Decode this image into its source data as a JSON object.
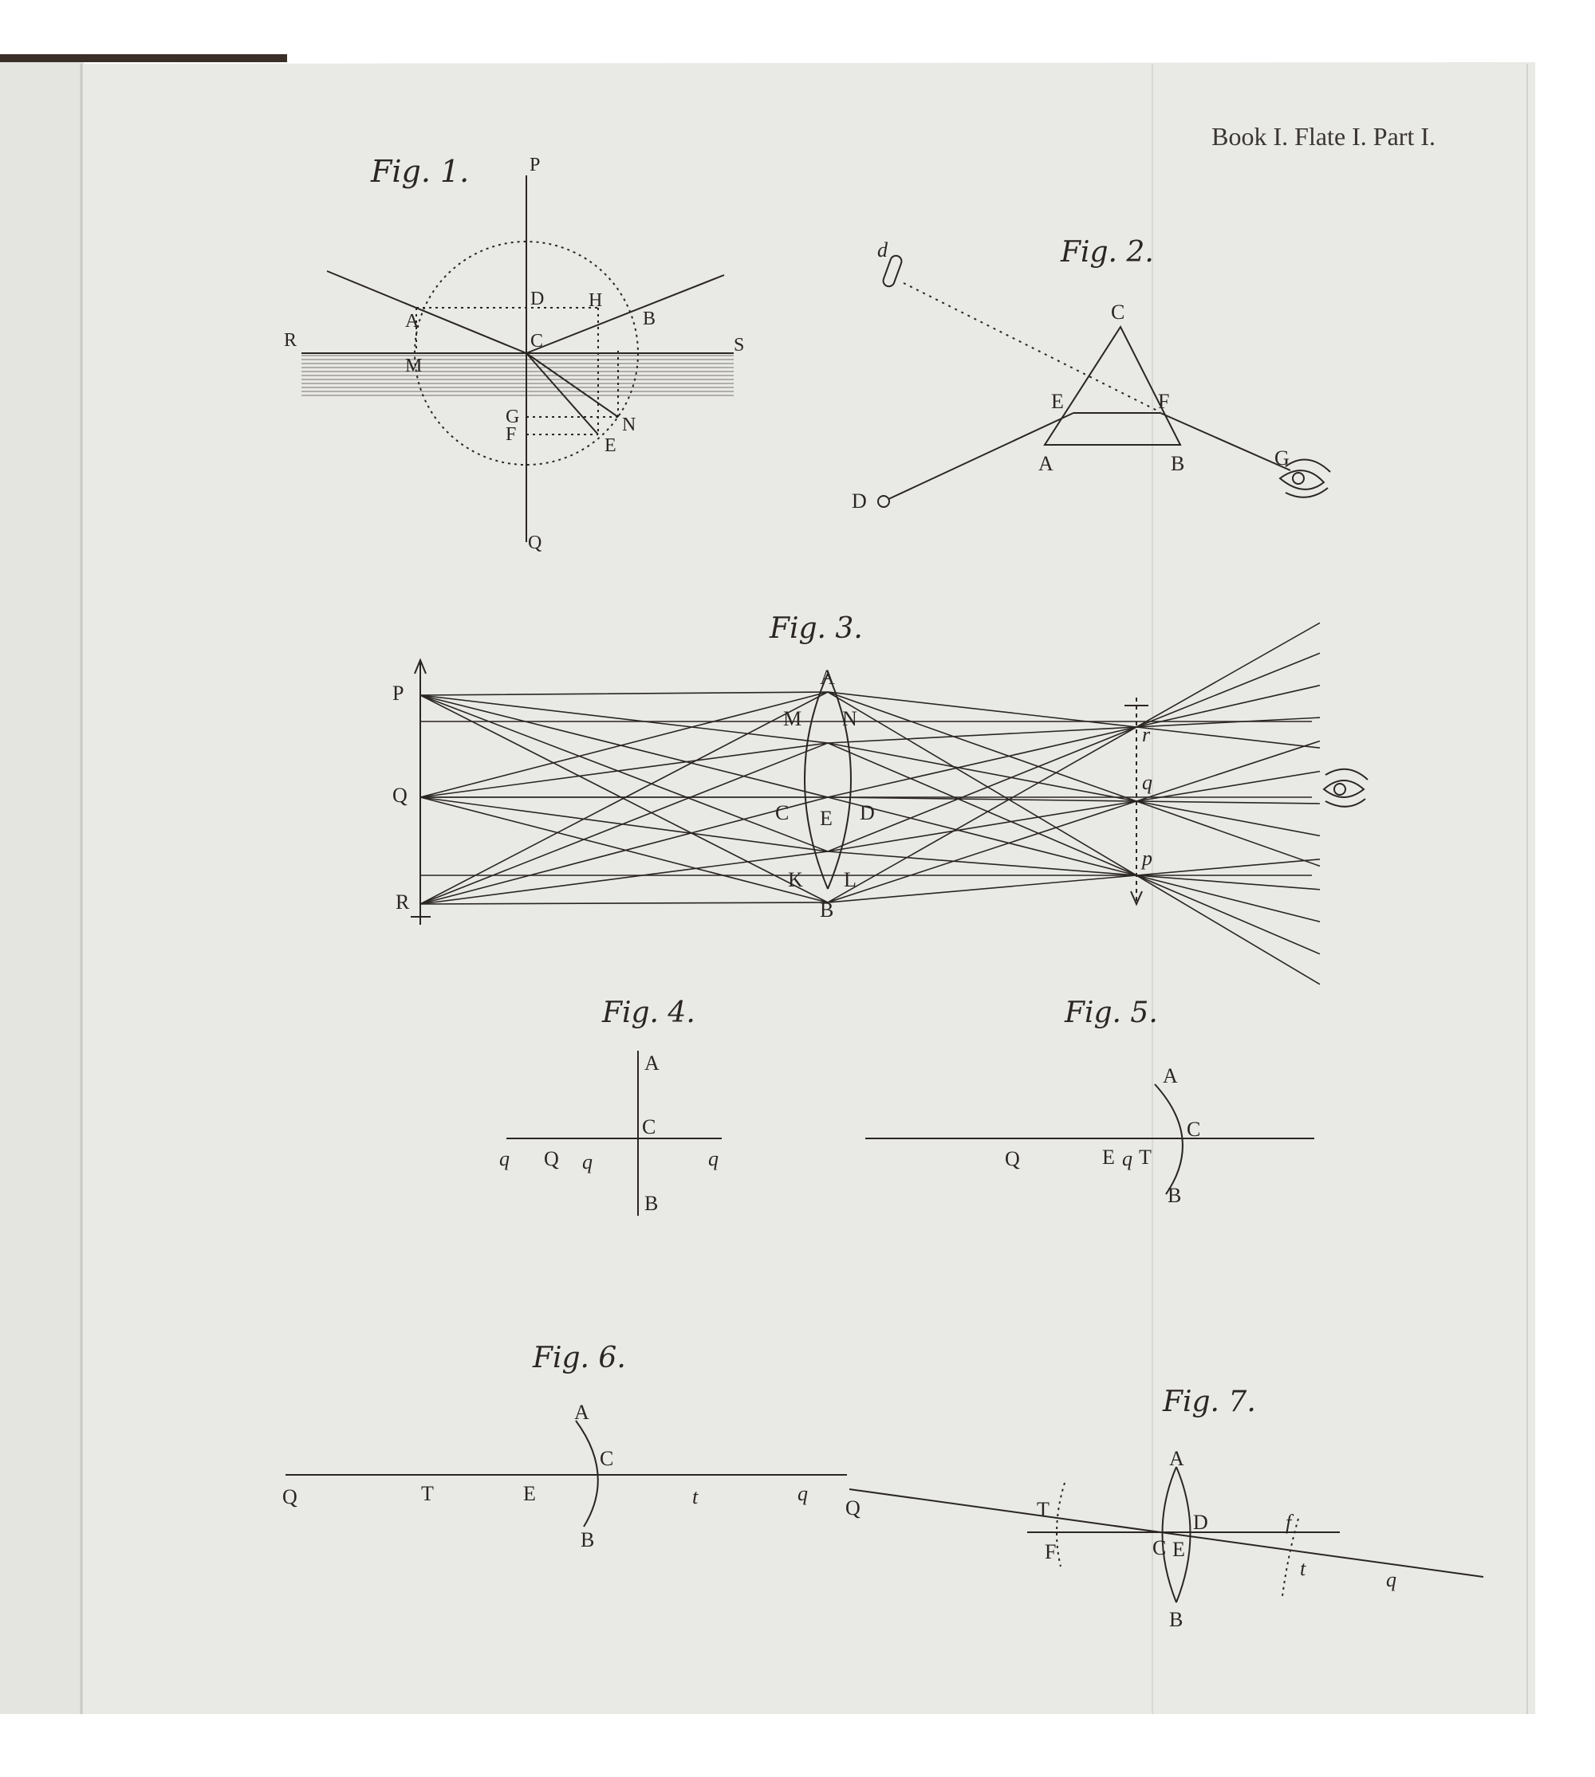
{
  "plate": {
    "header": "Book I. Flate I. Part I.",
    "fig1": {
      "title": "Fig. 1.",
      "labels": {
        "P": "P",
        "Q": "Q",
        "R": "R",
        "S": "S",
        "A": "A",
        "B": "B",
        "C": "C",
        "D": "D",
        "H": "H",
        "M": "M",
        "G": "G",
        "F": "F",
        "E": "E",
        "N": "N"
      }
    },
    "fig2": {
      "title": "Fig. 2.",
      "labels": {
        "d": "d",
        "C": "C",
        "E": "E",
        "F": "F",
        "A": "A",
        "B": "B",
        "D": "D",
        "G": "G"
      }
    },
    "fig3": {
      "title": "Fig. 3.",
      "labels": {
        "P": "P",
        "Q": "Q",
        "R": "R",
        "A": "A",
        "B": "B",
        "M": "M",
        "N": "N",
        "C": "C",
        "E": "E",
        "D": "D",
        "K": "K",
        "L": "L",
        "r": "r",
        "q": "q",
        "p": "p"
      }
    },
    "fig4": {
      "title": "Fig. 4.",
      "labels": {
        "A": "A",
        "C": "C",
        "B": "B",
        "q1": "q",
        "Q": "Q",
        "q2": "q",
        "q3": "q"
      }
    },
    "fig5": {
      "title": "Fig. 5.",
      "labels": {
        "A": "A",
        "C": "C",
        "B": "B",
        "Q": "Q",
        "E": "E",
        "q": "q",
        "T": "T"
      }
    },
    "fig6": {
      "title": "Fig. 6.",
      "labels": {
        "A": "A",
        "C": "C",
        "B": "B",
        "Q": "Q",
        "T": "T",
        "E": "E",
        "t": "t",
        "q": "q"
      }
    },
    "fig7": {
      "title": "Fig. 7.",
      "labels": {
        "A": "A",
        "B": "B",
        "Q": "Q",
        "T": "T",
        "F": "F",
        "C": "C",
        "E": "E",
        "D": "D",
        "f": "f",
        "t": "t",
        "q": "q"
      }
    }
  },
  "colors": {
    "paper": "#e9e9e6",
    "paper_left": "#e4e4e0",
    "ink": "#2a2622",
    "binding": "#3a2e28"
  }
}
